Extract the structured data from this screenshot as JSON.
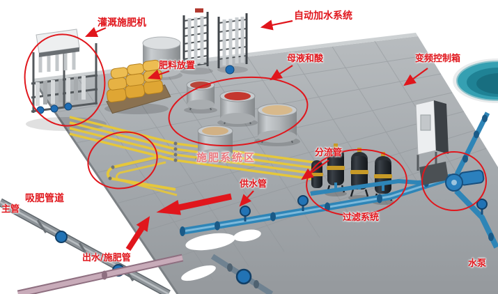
{
  "colors": {
    "annotation_red": "#e0161c",
    "platform_gray": "#a5aaae",
    "pool_teal": "#1f8295",
    "pipe_yellow": "#e5c73b",
    "pipe_blue": "#2e85b7"
  },
  "labels": {
    "fertigation_machine": "灌溉施肥机",
    "auto_water_system": "自动加水系统",
    "fertilizer_storage": "肥料放置",
    "stock_solution_and_acid": "母液和酸",
    "vfd_control_box": "变频控制箱",
    "fertigation_system_zone": "施肥系统区",
    "diversion_pipe": "分流管",
    "water_supply_pipe": "供水管",
    "fertilizer_suction_pipe": "吸肥管道",
    "main_pipe": "主管",
    "outlet_fertigation_pipe": "出水/施肥管",
    "filtration_system": "过滤系统",
    "water_pump": "水泵"
  }
}
